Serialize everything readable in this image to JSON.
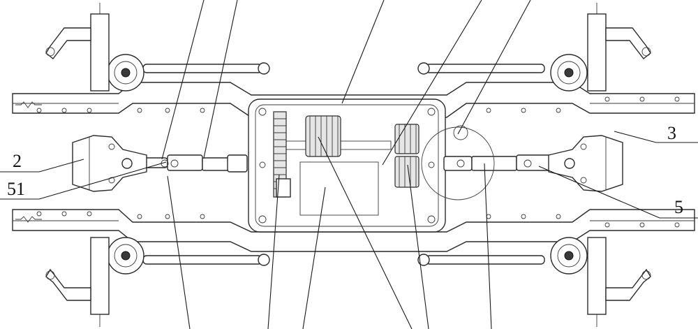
{
  "diagram": {
    "callouts": [
      {
        "id": "c2",
        "text": "2"
      },
      {
        "id": "c51",
        "text": "51"
      },
      {
        "id": "c3",
        "text": "3"
      },
      {
        "id": "c5",
        "text": "5"
      }
    ]
  },
  "colors": {
    "line": "#2a2a2a",
    "fill": "#ffffff",
    "shade": "#e6e6e6"
  }
}
